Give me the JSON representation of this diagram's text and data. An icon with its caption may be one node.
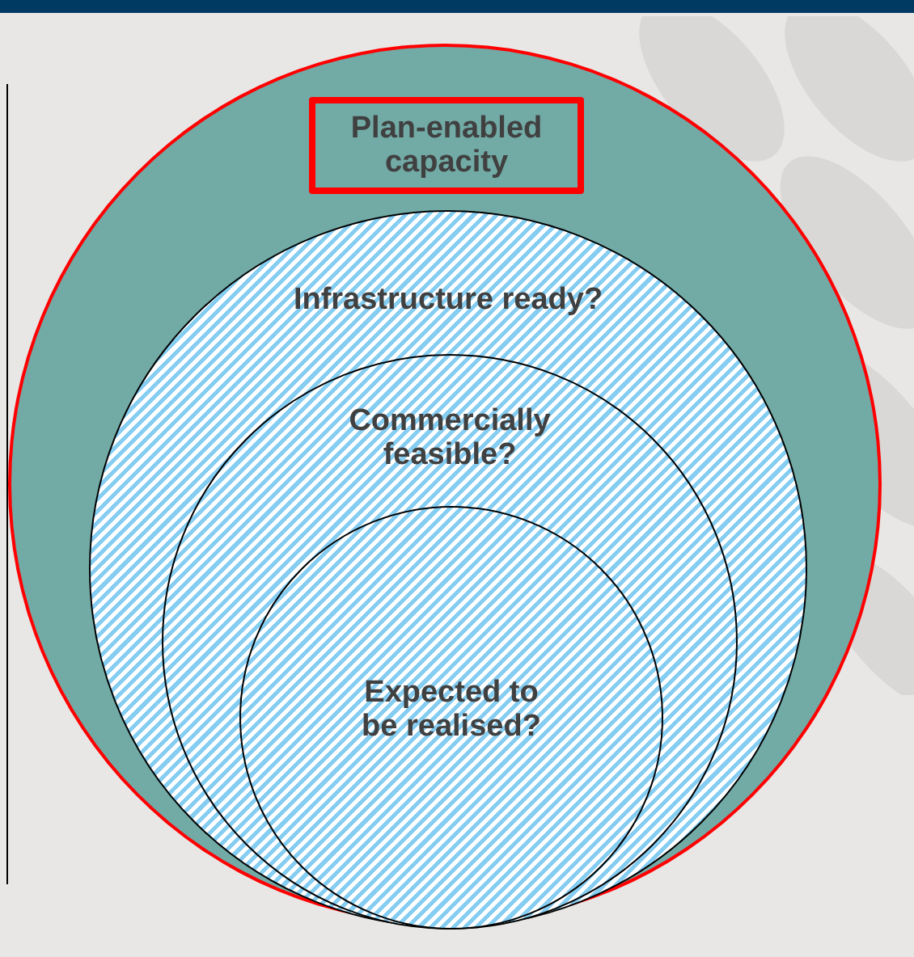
{
  "diagram": {
    "nodes": [
      {
        "text": [],
        "shape": "circle"
      },
      {
        "text": [
          "Plan-enabled capacity"
        ],
        "in": 0
      },
      {
        "text": [
          "Infrastructure ready?"
        ],
        "in": 0
      },
      {
        "text": [
          "Commercially feasible?"
        ],
        "in": 2
      },
      {
        "text": [
          "Expected to be realised?"
        ],
        "in": 3
      }
    ]
  }
}
